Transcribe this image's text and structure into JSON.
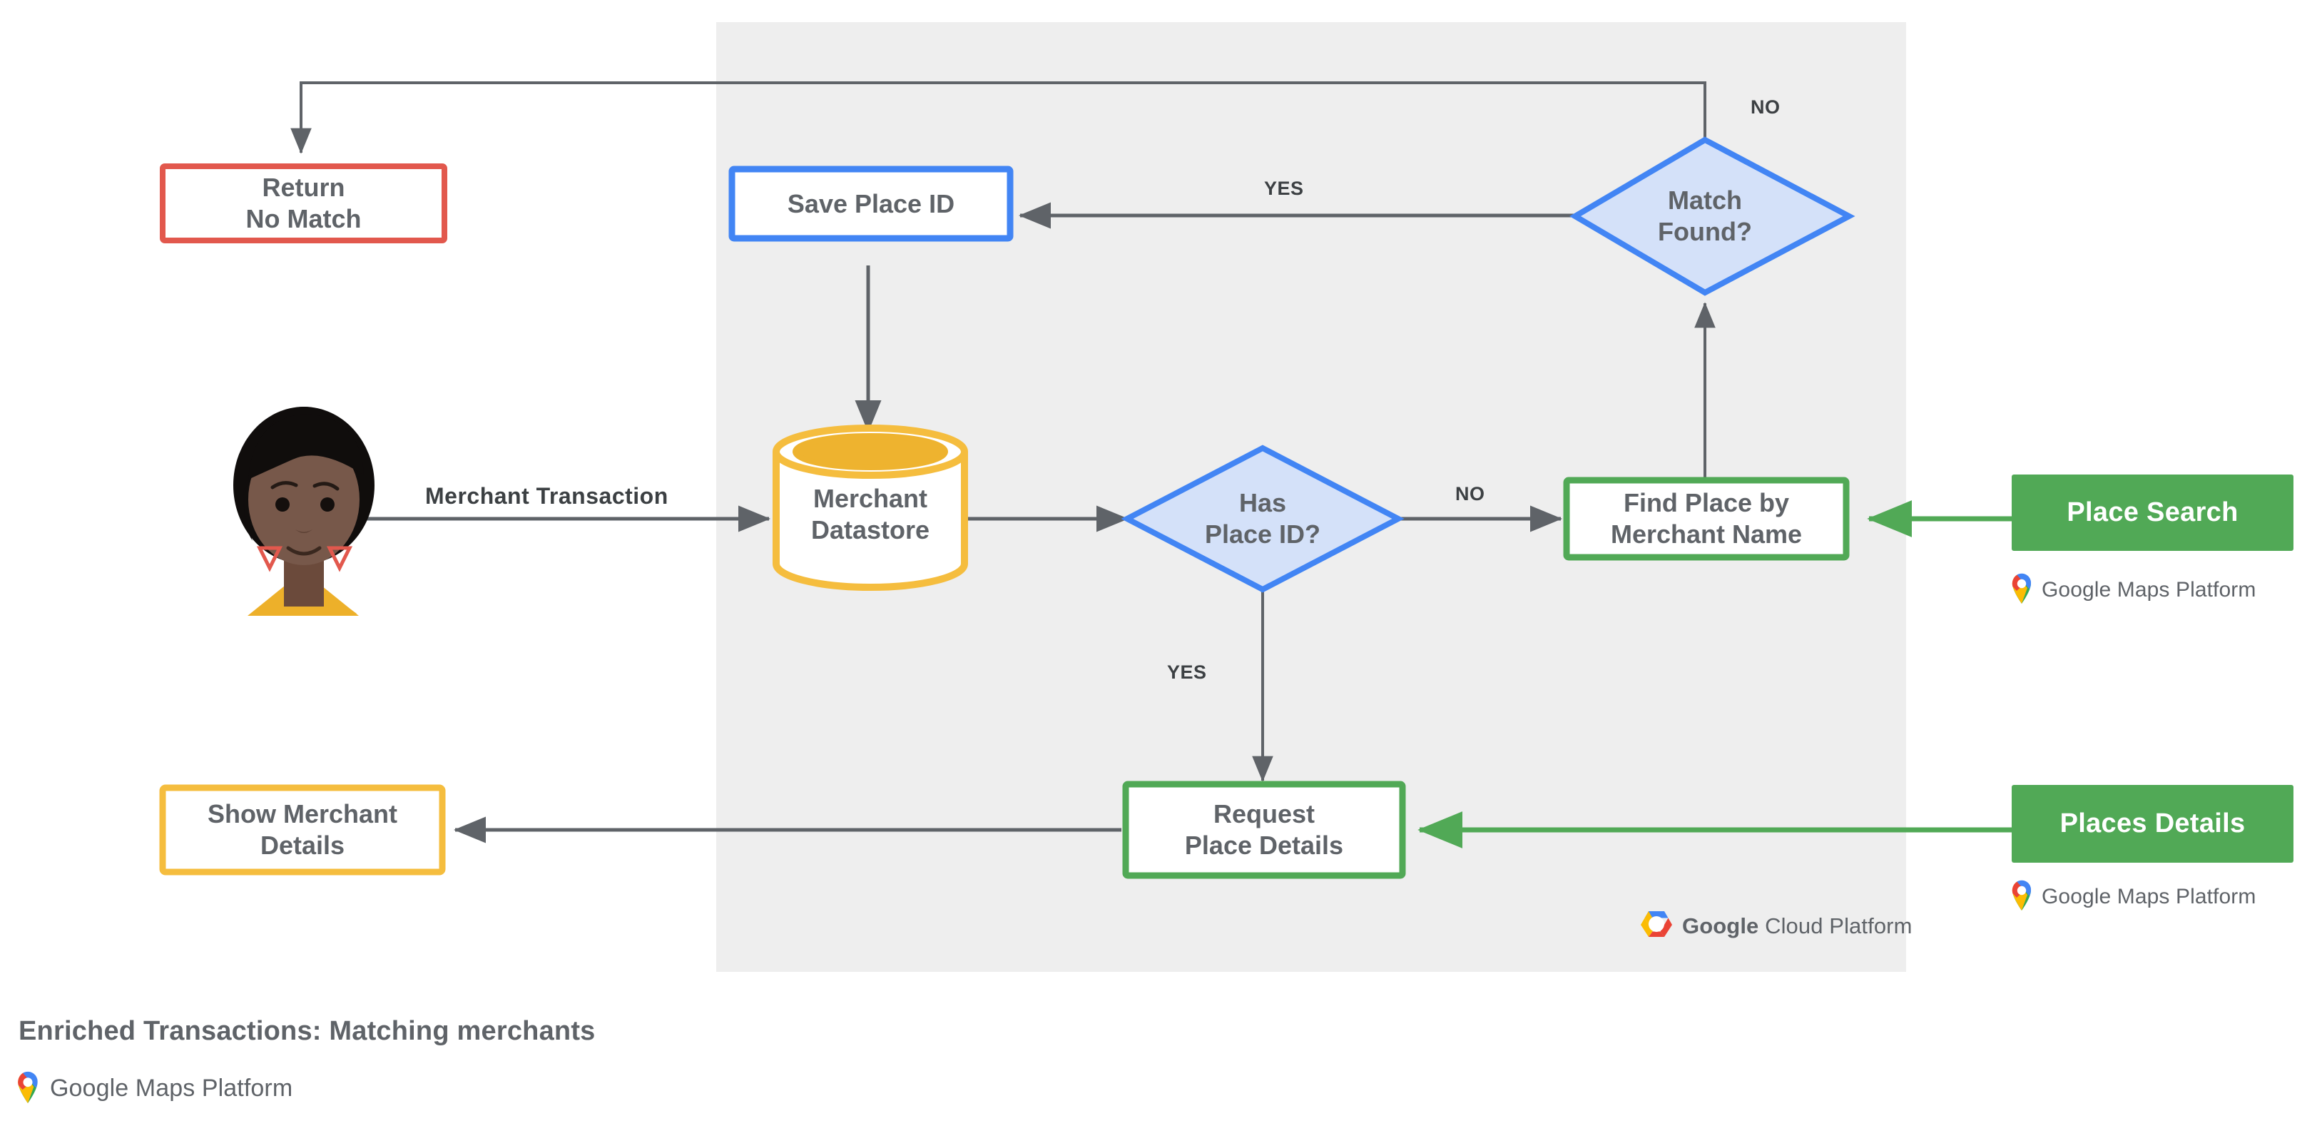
{
  "diagram": {
    "caption": "Enriched Transactions: Matching merchants",
    "panel_label": "Google Cloud Platform",
    "colors": {
      "panel_bg": "#eeeeee",
      "blue": "#4285f4",
      "blue_fill": "#d4e1f9",
      "red": "#e2584d",
      "yellow": "#f5bd3e",
      "green": "#51a956",
      "grey_line": "#5f6368",
      "text": "#5f6368"
    },
    "nodes": {
      "return_no_match": {
        "label": "Return\nNo Match",
        "shape": "rect",
        "accent": "#e2584d"
      },
      "save_place_id": {
        "label": "Save Place ID",
        "shape": "rect",
        "accent": "#4285f4"
      },
      "match_found": {
        "label": "Match\nFound?",
        "shape": "diamond",
        "accent": "#4285f4"
      },
      "merchant_datastore": {
        "label": "Merchant\nDatastore",
        "shape": "cylinder",
        "accent": "#f5bd3e"
      },
      "has_place_id": {
        "label": "Has\nPlace ID?",
        "shape": "diamond",
        "accent": "#4285f4"
      },
      "find_place": {
        "label": "Find Place by\nMerchant Name",
        "shape": "rect",
        "accent": "#51a956"
      },
      "request_place_details": {
        "label": "Request\nPlace Details",
        "shape": "rect",
        "accent": "#51a956"
      },
      "show_merchant_details": {
        "label": "Show Merchant\nDetails",
        "shape": "rect",
        "accent": "#f5bd3e"
      },
      "place_search": {
        "label": "Place Search",
        "shape": "chip",
        "accent": "#51a956"
      },
      "places_details": {
        "label": "Places Details",
        "shape": "chip",
        "accent": "#51a956"
      },
      "customer": {
        "label": "customer-avatar",
        "shape": "avatar"
      }
    },
    "edge_labels": {
      "merchant_transaction": "Merchant Transaction",
      "no_match_found": "NO",
      "yes_match_found": "YES",
      "no_has_place_id": "NO",
      "yes_has_place_id": "YES"
    },
    "logos": {
      "maps_platform": "Google Maps Platform",
      "maps_platform_brand": "Google",
      "maps_platform_rest": " Maps Platform",
      "cloud_platform_brand": "Google",
      "cloud_platform_rest": " Cloud Platform"
    }
  }
}
